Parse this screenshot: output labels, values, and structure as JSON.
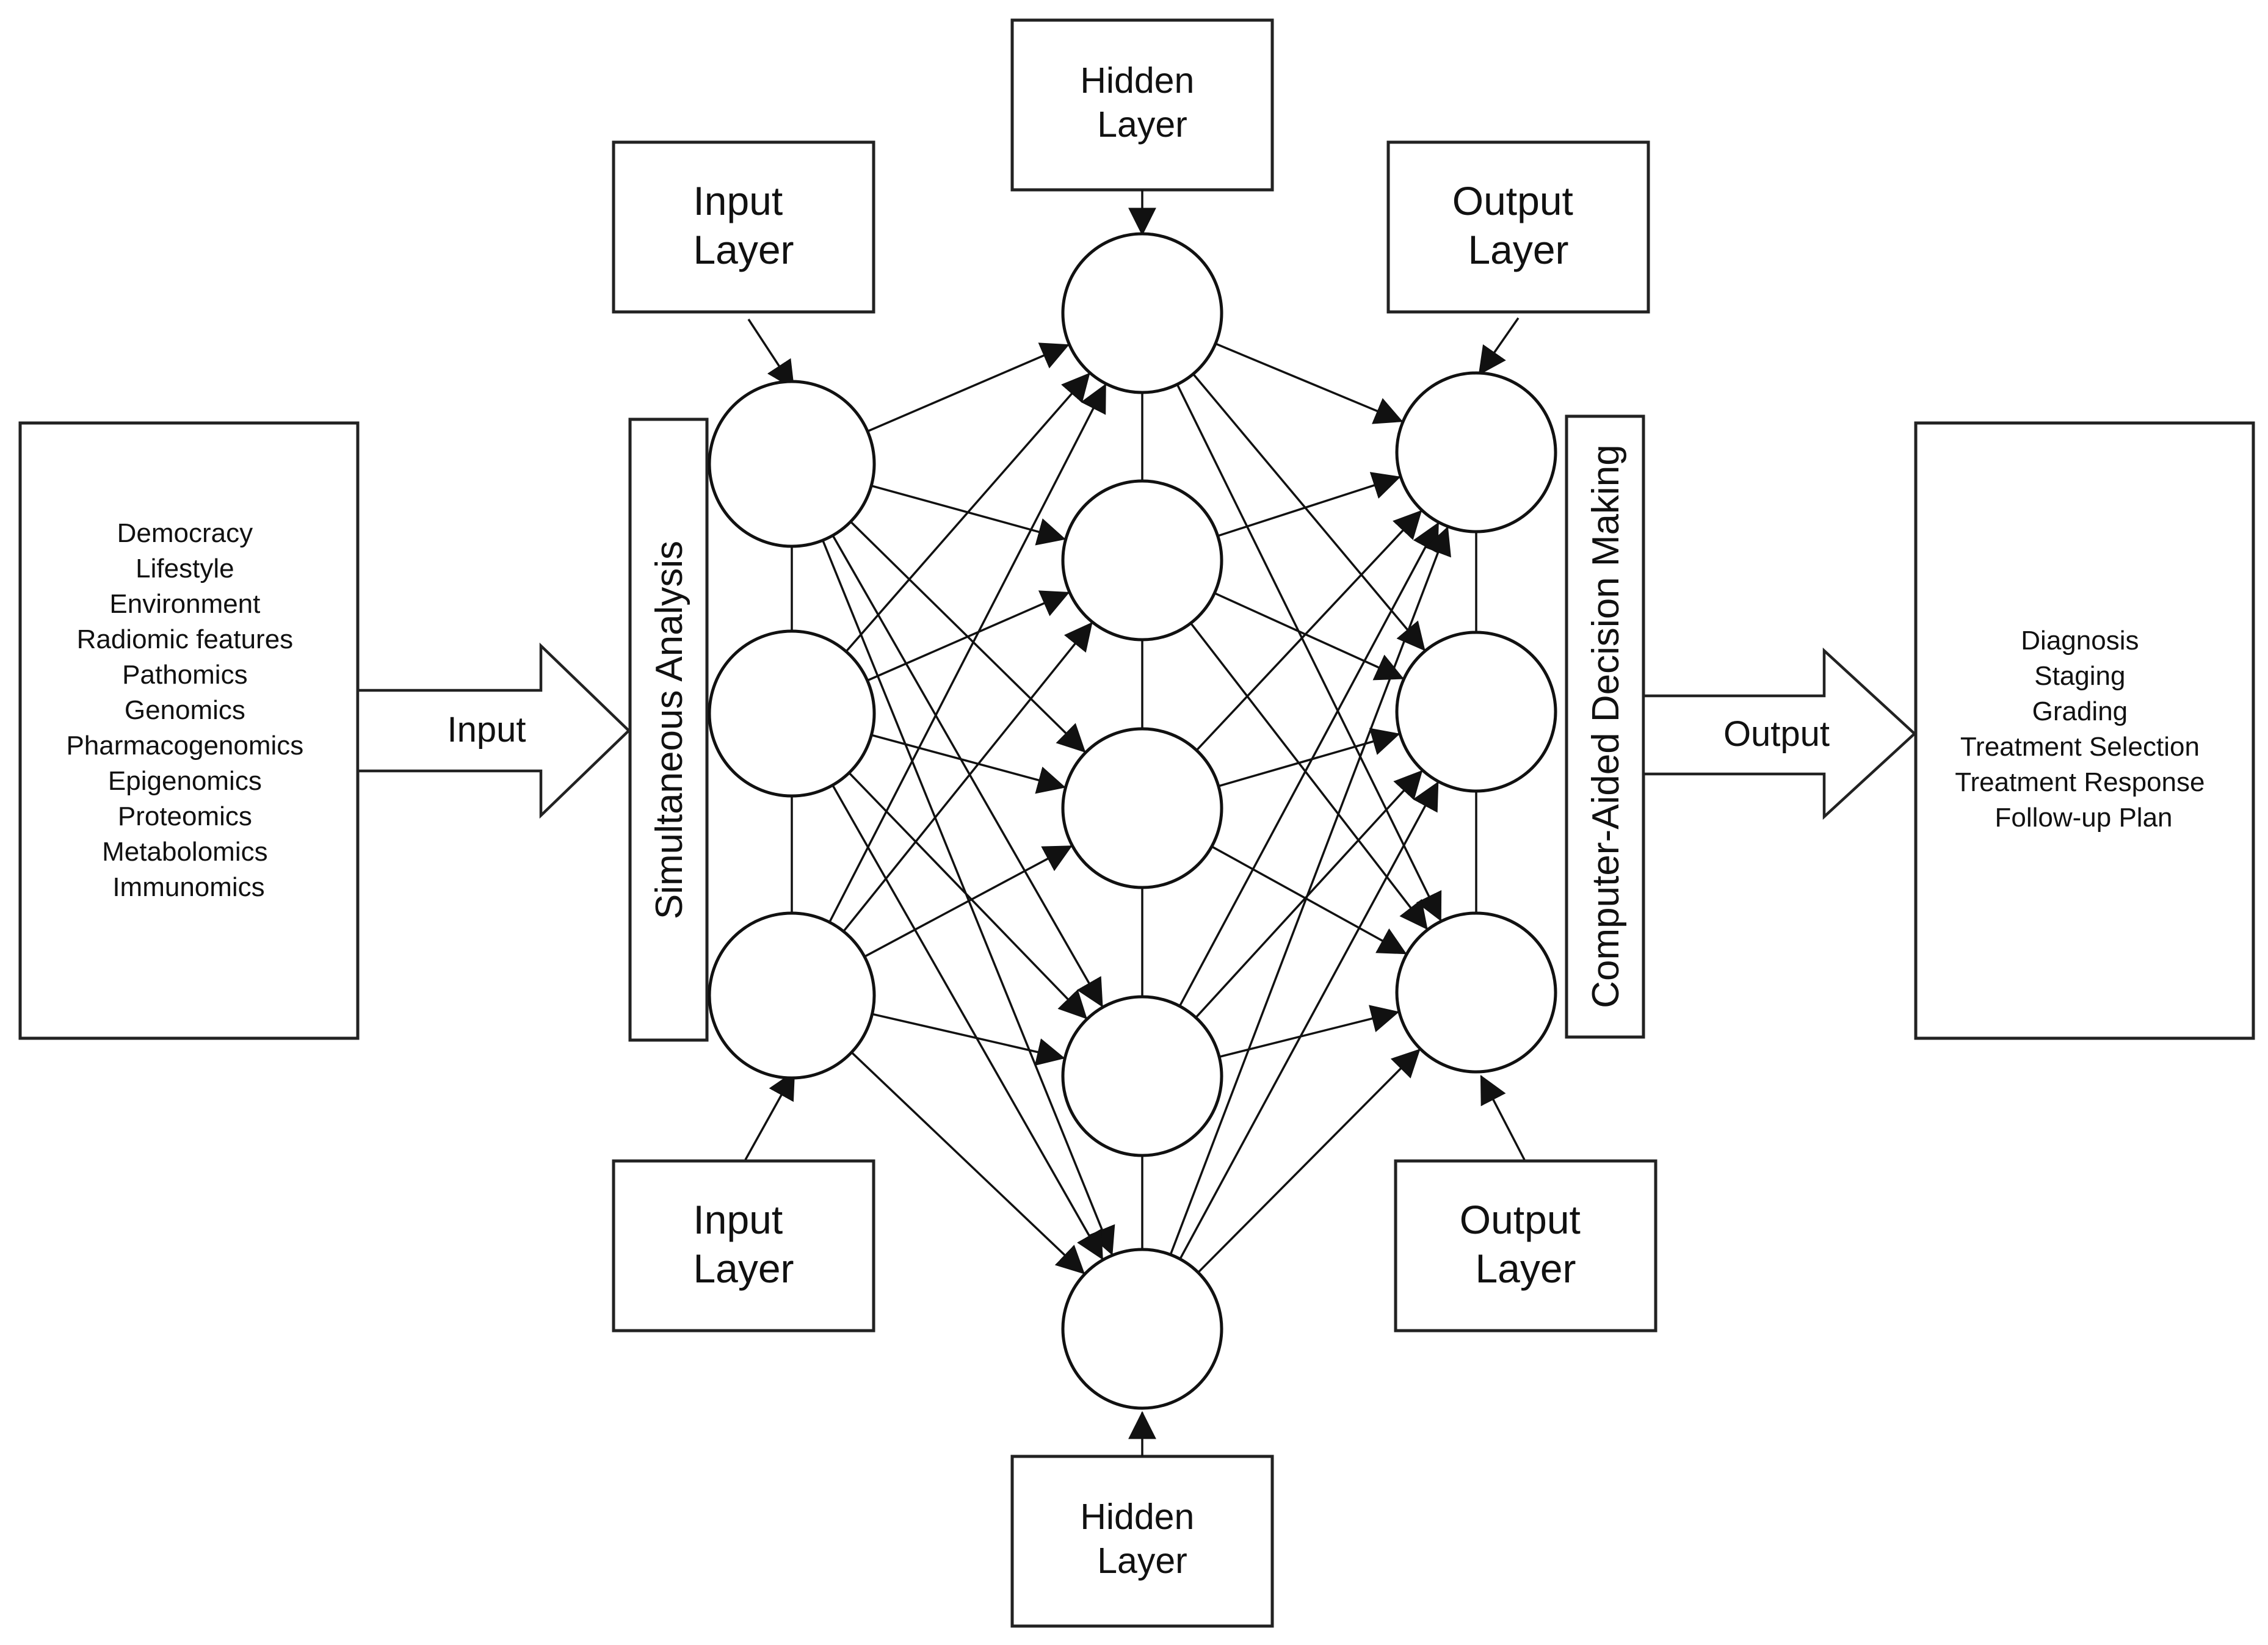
{
  "inputs_list": [
    "Democracy",
    "Lifestyle",
    "Environment",
    "Radiomic features",
    "Pathomics",
    "Genomics",
    "Pharmacogenomics",
    "Epigenomics",
    "Proteomics",
    "Metabolomics",
    "Immunomics"
  ],
  "outputs_list": [
    "Diagnosis",
    "Staging",
    "Grading",
    "Treatment Selection",
    "Treatment Response",
    "Follow-up Plan"
  ],
  "arrows": {
    "input": "Input",
    "output": "Output"
  },
  "bars": {
    "analysis": "Simultaneous Analysis",
    "decision": "Computer-Aided Decision Making"
  },
  "layer_boxes": {
    "input_top": [
      "Input",
      "Layer"
    ],
    "input_bottom": [
      "Input",
      "Layer"
    ],
    "hidden_top": [
      "Hidden",
      "Layer"
    ],
    "hidden_bottom": [
      "Hidden",
      "Layer"
    ],
    "output_top": [
      "Output",
      "Layer"
    ],
    "output_bottom": [
      "Output",
      "Layer"
    ]
  },
  "network": {
    "input_nodes": 3,
    "hidden_nodes": 5,
    "output_nodes": 3
  }
}
